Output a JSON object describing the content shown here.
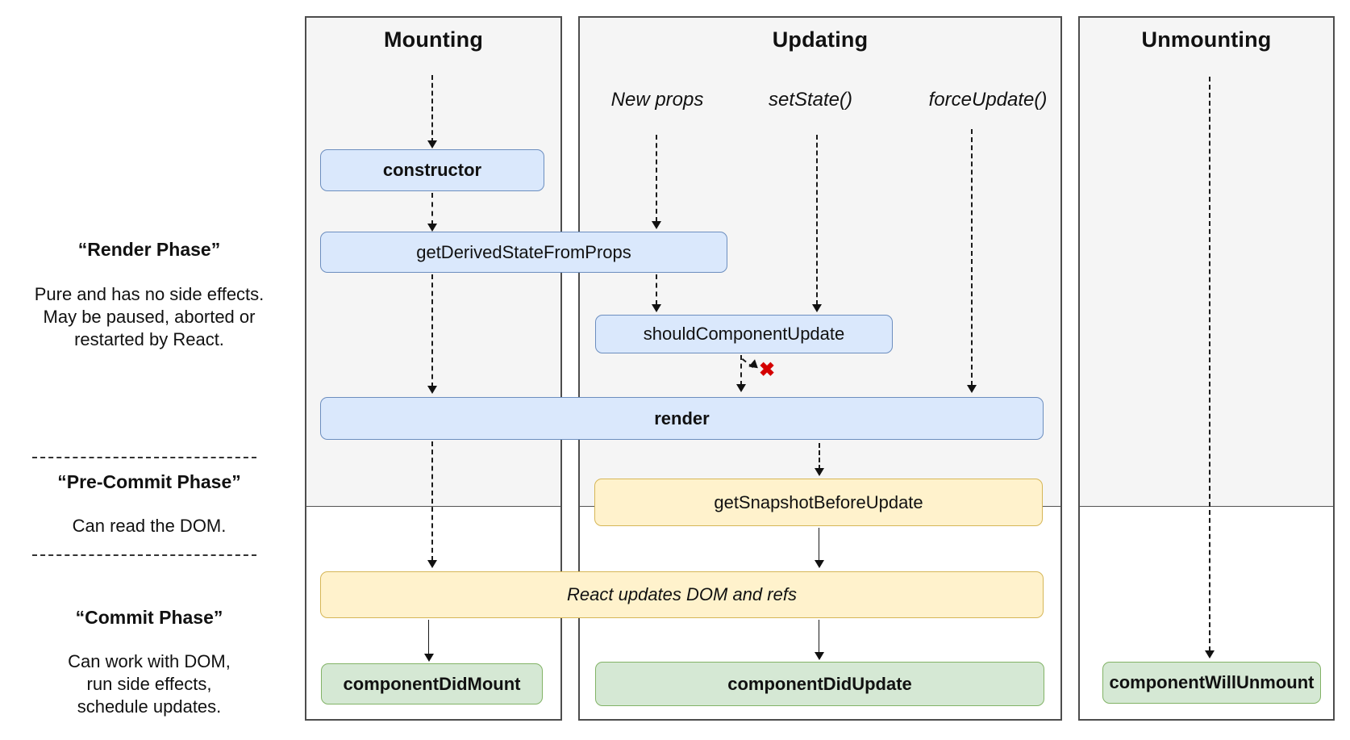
{
  "panels": {
    "mounting": {
      "title": "Mounting"
    },
    "updating": {
      "title": "Updating"
    },
    "unmounting": {
      "title": "Unmounting"
    }
  },
  "triggers": {
    "new_props": "New props",
    "set_state": "setState()",
    "force_update": "forceUpdate()"
  },
  "boxes": {
    "ctor": {
      "label": "constructor",
      "color": "blue"
    },
    "gdsfp": {
      "label": "getDerivedStateFromProps",
      "color": "blue"
    },
    "scu": {
      "label": "shouldComponentUpdate",
      "color": "blue"
    },
    "render": {
      "label": "render",
      "color": "blue"
    },
    "gsbu": {
      "label": "getSnapshotBeforeUpdate",
      "color": "yellow"
    },
    "react_updates": {
      "label": "React updates DOM and refs",
      "color": "yellow"
    },
    "cdm": {
      "label": "componentDidMount",
      "color": "green"
    },
    "cdu": {
      "label": "componentDidUpdate",
      "color": "green"
    },
    "cwu": {
      "label": "componentWillUnmount",
      "color": "green"
    }
  },
  "phases": {
    "render": {
      "title": "“Render Phase”",
      "desc": [
        "Pure and has no side effects.",
        "May be paused, aborted or",
        "restarted by React."
      ]
    },
    "precommit": {
      "title": "“Pre-Commit Phase”",
      "desc": [
        "Can read the DOM."
      ]
    },
    "commit": {
      "title": "“Commit Phase”",
      "desc": [
        "Can work with DOM,",
        "run side effects,",
        "schedule updates."
      ]
    }
  },
  "marks": {
    "skip": "✖"
  },
  "colors": {
    "box_blue": "#dae8fc",
    "box_blue_border": "#6c8ebf",
    "box_yellow": "#fff2cc",
    "box_yellow_border": "#d6b656",
    "box_green": "#d5e8d4",
    "box_green_border": "#82b366",
    "panel_gray": "#f5f5f5",
    "panel_border": "#4d4d4d",
    "skip_red": "#d40000"
  }
}
